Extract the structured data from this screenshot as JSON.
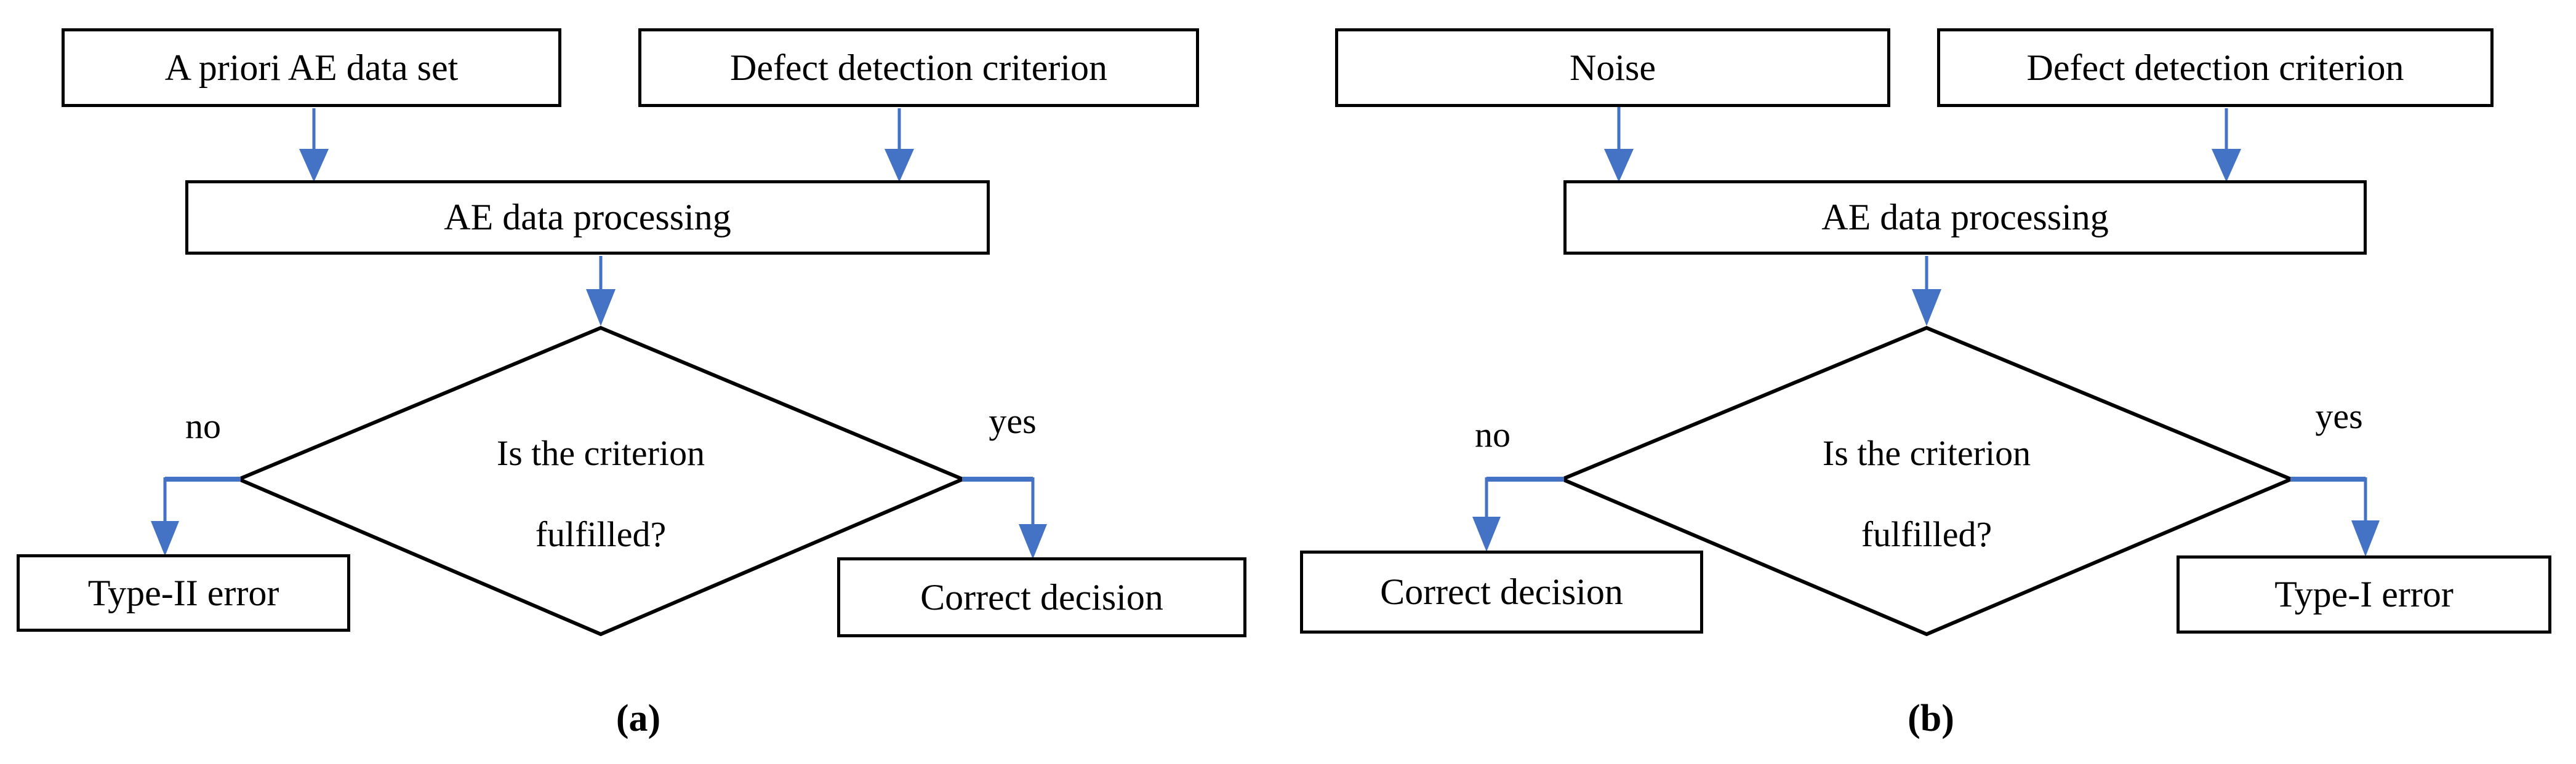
{
  "a": {
    "caption": "(a)",
    "input_left": "A priori AE data set",
    "input_right": "Defect detection criterion",
    "process": "AE data processing",
    "decision_line1": "Is the criterion",
    "decision_line2": "fulfilled?",
    "no_label": "no",
    "yes_label": "yes",
    "outcome_no": "Type-II error",
    "outcome_yes": "Correct decision"
  },
  "b": {
    "caption": "(b)",
    "input_left": "Noise",
    "input_right": "Defect detection criterion",
    "process": "AE data processing",
    "decision_line1": "Is the criterion",
    "decision_line2": "fulfilled?",
    "no_label": "no",
    "yes_label": "yes",
    "outcome_no": "Correct decision",
    "outcome_yes": "Type-I error"
  },
  "colors": {
    "arrow": "#4472C4",
    "node_border": "#000000",
    "text": "#000000",
    "background": "#FFFFFF"
  }
}
